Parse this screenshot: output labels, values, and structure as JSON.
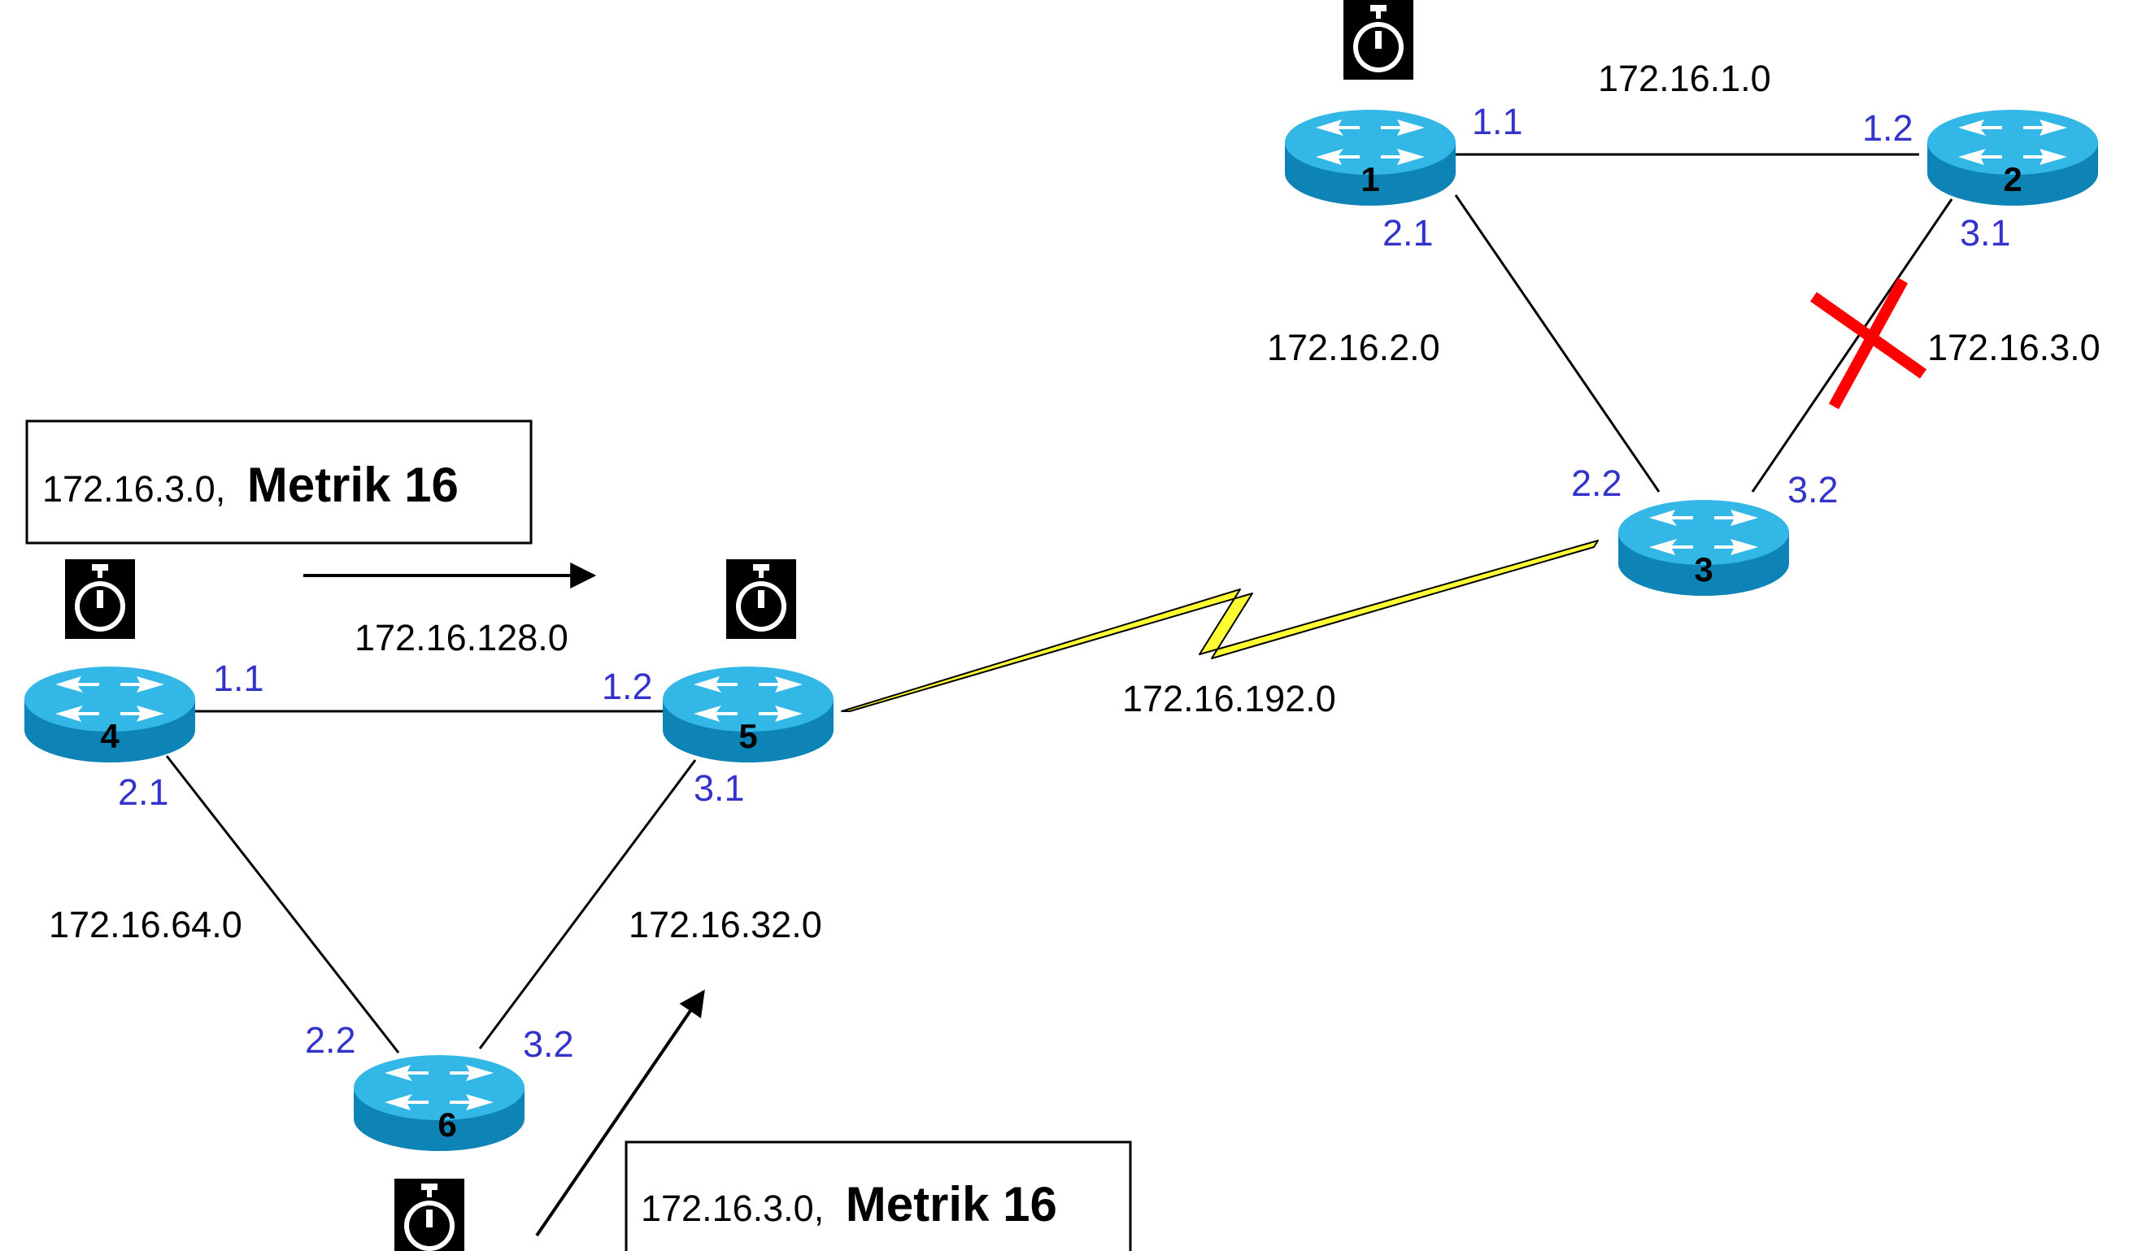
{
  "colors": {
    "interface_label": "#3333cc",
    "router_top": "#33b7e6",
    "router_side": "#0d84b5",
    "wan_link": "#ffff33",
    "fault_mark": "#ff0000",
    "line": "#000000"
  },
  "routers": [
    {
      "id": "1",
      "icon": "router-icon"
    },
    {
      "id": "2",
      "icon": "router-icon"
    },
    {
      "id": "3",
      "icon": "router-icon"
    },
    {
      "id": "4",
      "icon": "router-icon"
    },
    {
      "id": "5",
      "icon": "router-icon"
    },
    {
      "id": "6",
      "icon": "router-icon"
    }
  ],
  "networks": [
    "172.16.1.0",
    "172.16.2.0",
    "172.16.3.0",
    "172.16.128.0",
    "172.16.192.0",
    "172.16.64.0",
    "172.16.32.0"
  ],
  "interfaces": {
    "r1_a": "1.1",
    "r1_b": "2.1",
    "r2_a": "1.2",
    "r2_b": "3.1",
    "r3_a": "2.2",
    "r3_b": "3.2",
    "r4_a": "1.1",
    "r4_b": "2.1",
    "r5_a": "1.2",
    "r5_b": "3.1",
    "r6_a": "2.2",
    "r6_b": "3.2"
  },
  "callouts": [
    {
      "network": "172.16.3.0,",
      "metric": "Metrik 16"
    },
    {
      "network": "172.16.3.0,",
      "metric": "Metrik 16"
    }
  ],
  "timer_icons": [
    "stopwatch-icon",
    "stopwatch-icon",
    "stopwatch-icon",
    "stopwatch-icon"
  ],
  "fault_icon": "red-x-icon"
}
